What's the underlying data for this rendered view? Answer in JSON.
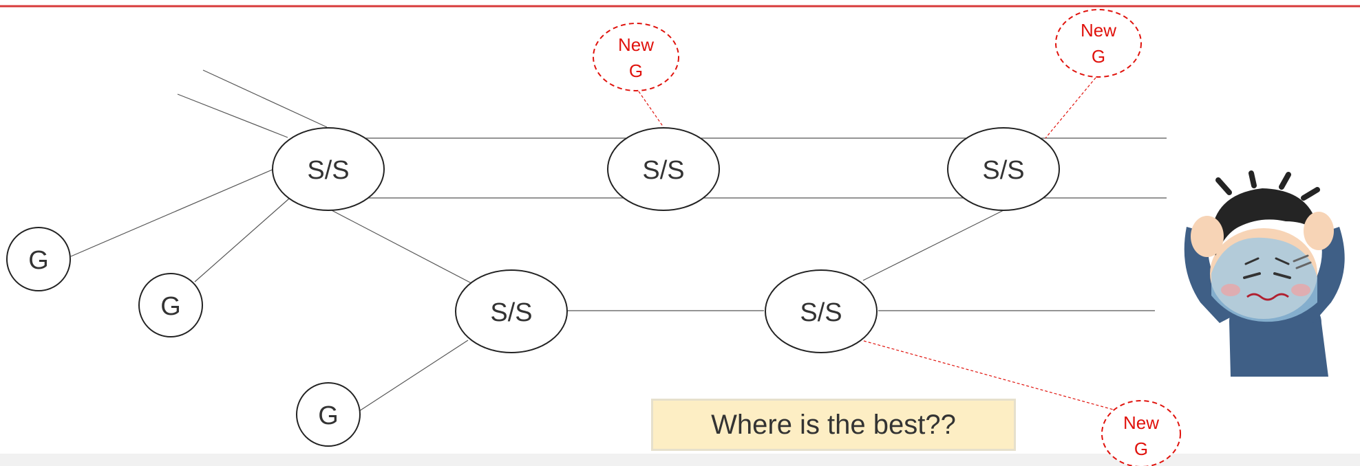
{
  "top_line_color": "#d73a3a",
  "nodes": {
    "ss_1": "S/S",
    "ss_2": "S/S",
    "ss_3": "S/S",
    "ss_4": "S/S",
    "ss_5": "S/S",
    "g_1": "G",
    "g_2": "G",
    "g_3": "G"
  },
  "new_generators": [
    {
      "line1": "New",
      "line2": "G"
    },
    {
      "line1": "New",
      "line2": "G"
    },
    {
      "line1": "New",
      "line2": "G"
    }
  ],
  "callout": {
    "text": "Where is the best??"
  },
  "illustration": {
    "icon": "worried-person-icon"
  },
  "colors": {
    "new_generator": "#e0120c",
    "callout_bg": "#fdeec4",
    "line": "#555555"
  }
}
